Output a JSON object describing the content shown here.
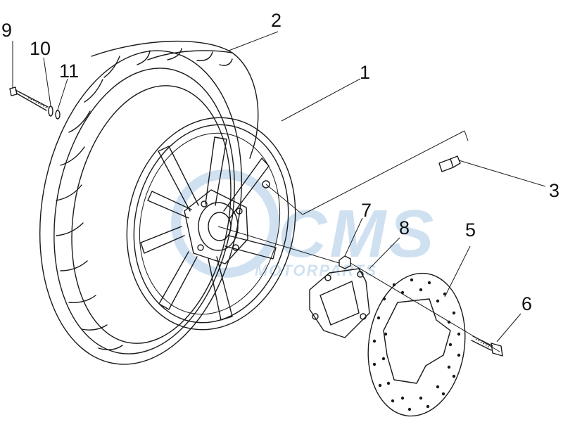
{
  "watermark": {
    "brand": "CMS",
    "tagline": "MOTORPARTS",
    "color": "#a9c9e6"
  },
  "callouts": [
    "1",
    "2",
    "3",
    "5",
    "6",
    "7",
    "8",
    "9",
    "10",
    "11"
  ],
  "colors": {
    "line": "#1a1a1a",
    "background": "#ffffff"
  }
}
